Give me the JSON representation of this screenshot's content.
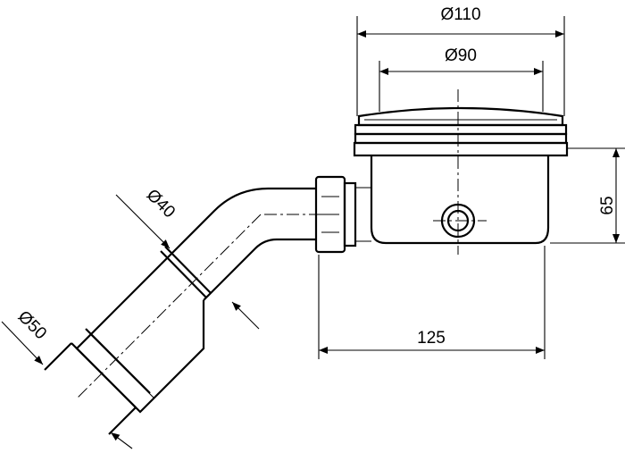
{
  "dimensions": {
    "outer_diameter_cap": "Ø110",
    "inner_diameter_cap": "Ø90",
    "body_height": "65",
    "total_length": "125",
    "pipe_inner_diameter": "Ø40",
    "pipe_outer_diameter": "Ø50"
  }
}
